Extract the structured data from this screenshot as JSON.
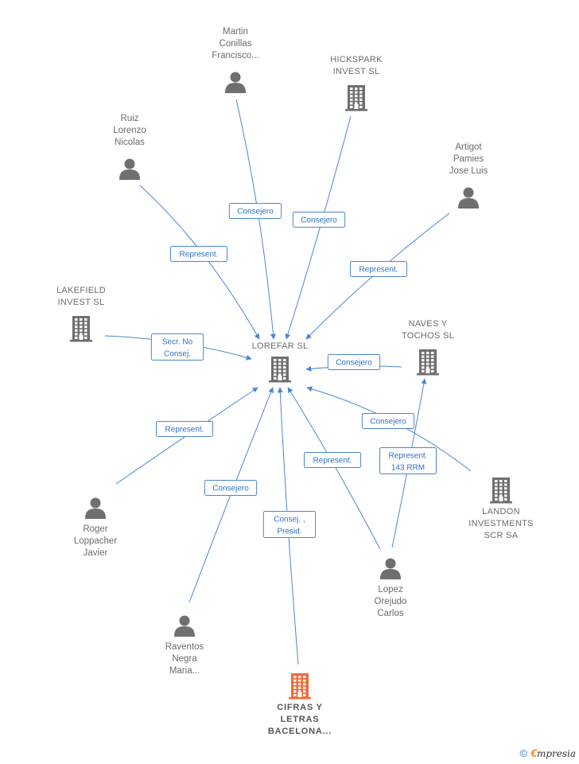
{
  "nodes": [
    {
      "id": "lorefar",
      "type": "company",
      "lines": [
        "LOREFAR SL"
      ],
      "color": "#6f6f6f"
    },
    {
      "id": "martin",
      "type": "person",
      "lines": [
        "Martin",
        "Conillas",
        "Francisco..."
      ],
      "color": "#6f6f6f"
    },
    {
      "id": "hickspark",
      "type": "company",
      "lines": [
        "HICKSPARK",
        "INVEST  SL"
      ],
      "color": "#6f6f6f"
    },
    {
      "id": "ruiz",
      "type": "person",
      "lines": [
        "Ruiz",
        "Lorenzo",
        "Nicolas"
      ],
      "color": "#6f6f6f"
    },
    {
      "id": "artigot",
      "type": "person",
      "lines": [
        "Artigot",
        "Pamies",
        "Jose Luis"
      ],
      "color": "#6f6f6f"
    },
    {
      "id": "lakefield",
      "type": "company",
      "lines": [
        "LAKEFIELD",
        "INVEST  SL"
      ],
      "color": "#6f6f6f"
    },
    {
      "id": "naves",
      "type": "company",
      "lines": [
        "NAVES Y",
        "TOCHOS SL"
      ],
      "color": "#6f6f6f"
    },
    {
      "id": "landon",
      "type": "company",
      "lines": [
        "LANDON",
        "INVESTMENTS",
        "SCR SA"
      ],
      "color": "#6f6f6f"
    },
    {
      "id": "roger",
      "type": "person",
      "lines": [
        "Roger",
        "Loppacher",
        "Javier"
      ],
      "color": "#6f6f6f"
    },
    {
      "id": "lopez",
      "type": "person",
      "lines": [
        "Lopez",
        "Orejudo",
        "Carlos"
      ],
      "color": "#6f6f6f"
    },
    {
      "id": "raventos",
      "type": "person",
      "lines": [
        "Raventos",
        "Negra",
        "Maria..."
      ],
      "color": "#6f6f6f"
    },
    {
      "id": "cifras",
      "type": "company",
      "lines": [
        "CIFRAS Y",
        "LETRAS",
        "BACELONA..."
      ],
      "color": "#f26a3a",
      "highlight": true
    }
  ],
  "edges": [
    {
      "from": "martin",
      "to": "lorefar",
      "label": [
        "Consejero"
      ]
    },
    {
      "from": "hickspark",
      "to": "lorefar",
      "label": [
        "Consejero"
      ]
    },
    {
      "from": "ruiz",
      "to": "lorefar",
      "label": [
        "Represent."
      ]
    },
    {
      "from": "artigot",
      "to": "lorefar",
      "label": [
        "Represent."
      ]
    },
    {
      "from": "lakefield",
      "to": "lorefar",
      "label": [
        "Secr.  No",
        "Consej."
      ]
    },
    {
      "from": "naves",
      "to": "lorefar",
      "label": [
        "Consejero"
      ]
    },
    {
      "from": "landon",
      "to": "lorefar",
      "label": [
        "Consejero"
      ]
    },
    {
      "from": "roger",
      "to": "lorefar",
      "label": [
        "Represent."
      ]
    },
    {
      "from": "raventos",
      "to": "lorefar",
      "label": [
        "Consejero"
      ]
    },
    {
      "from": "cifras",
      "to": "lorefar",
      "label": [
        "Consej. ,",
        "Presid."
      ]
    },
    {
      "from": "lopez",
      "to": "lorefar",
      "label": [
        "Represent."
      ]
    },
    {
      "from": "lopez",
      "to": "naves",
      "label": [
        "Represent.",
        "143 RRM"
      ]
    }
  ],
  "colors": {
    "edge": "#4a86d4",
    "icon": "#6f6f6f",
    "highlight": "#f26a3a"
  },
  "footer": {
    "copyright": "©",
    "brand_e": "€",
    "brand": "mpresia"
  }
}
